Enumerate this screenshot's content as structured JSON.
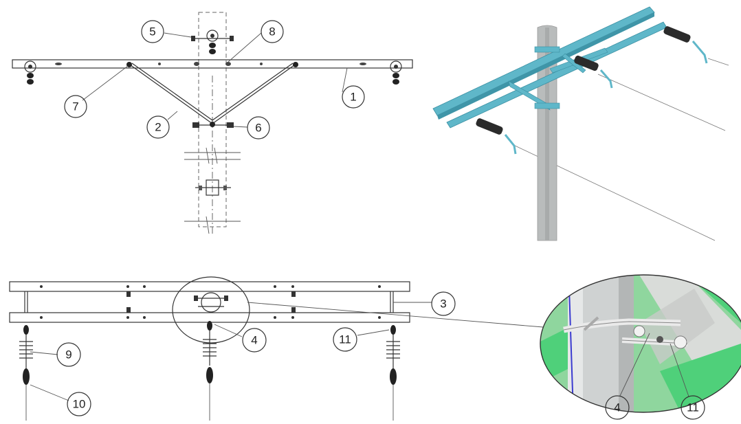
{
  "colors": {
    "line": "#333333",
    "crossarm_3d": "#5fb7c9",
    "pole_3d": "#b9bcbc",
    "insulator_3d": "#2b2b2b",
    "detail_green": "#4fd07a",
    "detail_bg": "#8fd69e"
  },
  "front_view": {
    "callouts": [
      {
        "label": "5"
      },
      {
        "label": "8"
      },
      {
        "label": "7"
      },
      {
        "label": "1"
      },
      {
        "label": "2"
      },
      {
        "label": "6"
      }
    ]
  },
  "plan_view": {
    "callouts": [
      {
        "label": "3"
      },
      {
        "label": "4"
      },
      {
        "label": "9"
      },
      {
        "label": "11"
      },
      {
        "label": "10"
      }
    ]
  },
  "detail_view": {
    "callouts": [
      {
        "label": "4"
      },
      {
        "label": "11"
      }
    ]
  }
}
